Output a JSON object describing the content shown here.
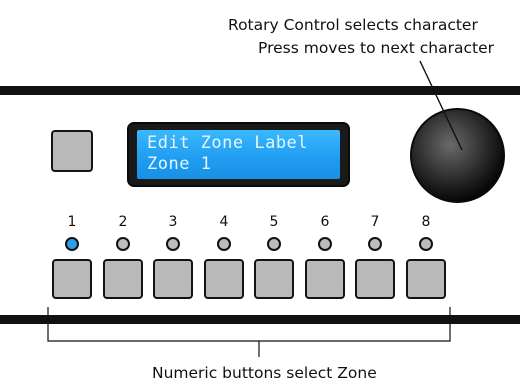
{
  "callouts": {
    "rotary_line1": "Rotary Control selects character",
    "rotary_line2": "Press moves to next character",
    "numeric": "Numeric buttons select Zone"
  },
  "display": {
    "line1": "Edit Zone Label",
    "line2": "Zone 1"
  },
  "zones": [
    {
      "label": "1",
      "led": "on"
    },
    {
      "label": "2",
      "led": "off"
    },
    {
      "label": "3",
      "led": "off"
    },
    {
      "label": "4",
      "led": "off"
    },
    {
      "label": "5",
      "led": "off"
    },
    {
      "label": "6",
      "led": "off"
    },
    {
      "label": "7",
      "led": "off"
    },
    {
      "label": "8",
      "led": "off"
    }
  ],
  "colors": {
    "led_on": "#2a9ee8",
    "led_off": "#bdbdbd",
    "lcd_backlight": "#2aa8f5"
  },
  "icons": {
    "knob": "rotary-knob-icon"
  }
}
